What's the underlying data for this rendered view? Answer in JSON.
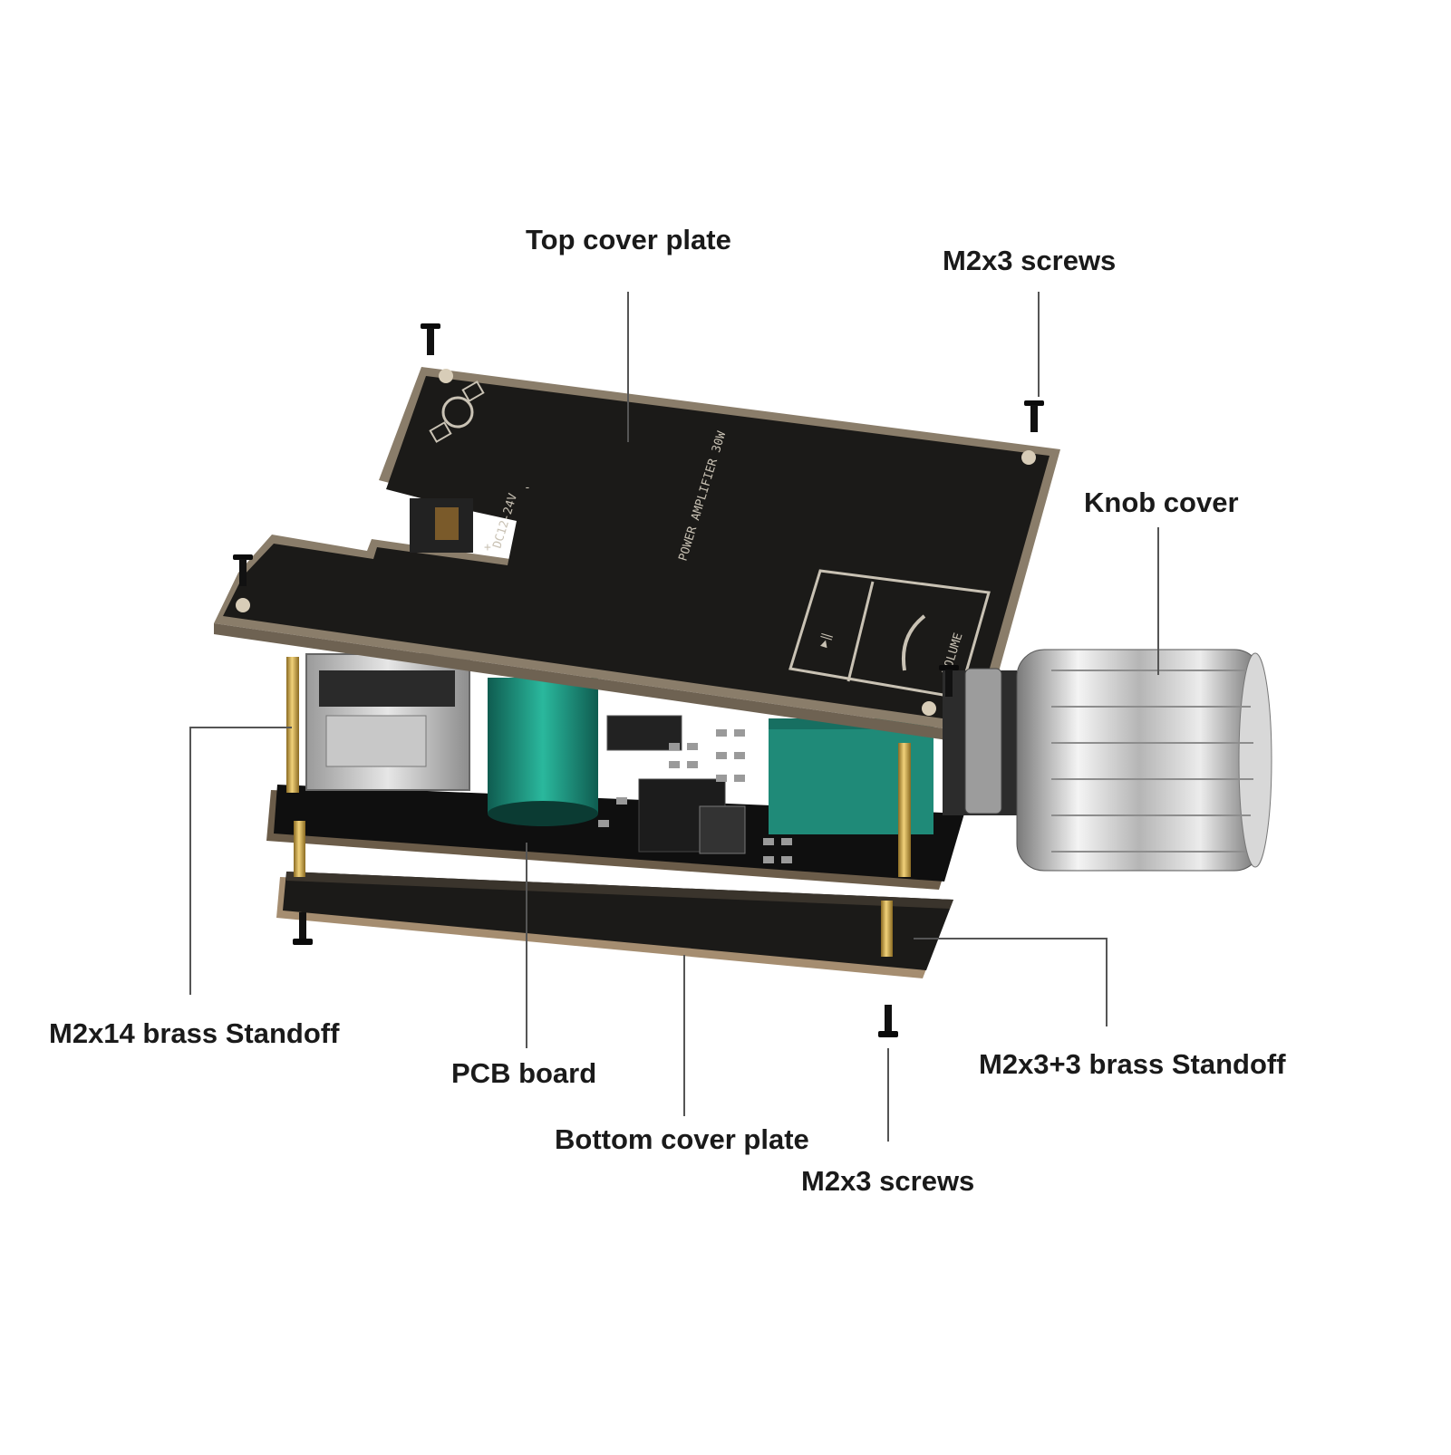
{
  "labels": {
    "top_cover_plate": "Top cover plate",
    "m2x3_screws_top": "M2x3 screws",
    "knob_cover": "Knob cover",
    "m2x14_brass_standoff": "M2x14 brass Standoff",
    "pcb_board": "PCB board",
    "bottom_cover_plate": "Bottom cover plate",
    "m2x3_brass_standoff": "M2x3+3 brass Standoff",
    "m2x3_screws_bottom": "M2x3 screws"
  },
  "board_silkscreen": {
    "title": "POWER AMPLIFIER 30W",
    "volume": "VOLUME",
    "dc_in": "DC12-24V",
    "plus": "+",
    "minus": "-"
  },
  "colors": {
    "plate": "#1b1a18",
    "plate_edge": "#8a7d6a",
    "pcb": "#0f0f0f",
    "capacitor": "#1f8a78",
    "brass": "#c9a14a",
    "knob": "#c8c8c8"
  }
}
